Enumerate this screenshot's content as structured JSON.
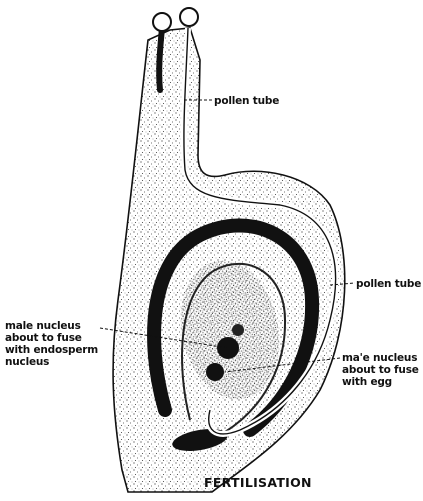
{
  "labels": {
    "pollen_tube_top": "pollen tube",
    "pollen_tube_right": "pollen tube",
    "male_nucleus_endosperm": [
      "male nucleus",
      "about to fuse",
      "with endosperm",
      "nucleus"
    ],
    "male_nucleus_egg": [
      "ma'e nucleus",
      "about to fuse",
      "with egg"
    ],
    "caption": "FERTILISATION"
  }
}
